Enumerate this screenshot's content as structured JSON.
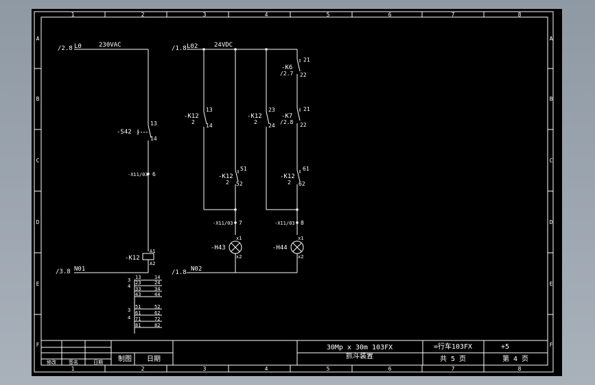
{
  "frame": {
    "col_numbers": [
      "1",
      "2",
      "3",
      "4",
      "5",
      "6",
      "7",
      "8"
    ],
    "row_letters": [
      "A",
      "B",
      "C",
      "D",
      "E",
      "F"
    ]
  },
  "left_circuit": {
    "ref_top": "/2.8",
    "line_top": "L0",
    "voltage": "230VAC",
    "switch_tag": "-S42",
    "switch_pin_top": "13",
    "switch_pin_bottom": "14",
    "terminal": "-X11/03",
    "terminal_pin": "6",
    "coil_tag": "-K12",
    "coil_pin_top": "A1",
    "coil_pin_bottom": "A2",
    "ref_bottom": "/3.8",
    "line_bottom": "N01"
  },
  "contact_table": {
    "rows": [
      {
        "col": "",
        "a": "13",
        "b": "14"
      },
      {
        "col": "3",
        "a": "23",
        "b": "24"
      },
      {
        "col": "4",
        "a": "33",
        "b": "34"
      },
      {
        "col": "",
        "a": "43",
        "b": "44"
      },
      {
        "col": "3",
        "a": "51",
        "b": "52"
      },
      {
        "col": "4",
        "a": "61",
        "b": "62"
      },
      {
        "col": "",
        "a": "71",
        "b": "72"
      },
      {
        "col": "",
        "a": "81",
        "b": "82"
      }
    ]
  },
  "right_circuit": {
    "ref_top": "/1.8",
    "line_top": "L02",
    "voltage": "24VDC",
    "contact1_tag": "-K12",
    "contact1_sub": "2",
    "contact1_pin_top": "13",
    "contact1_pin_bottom": "14",
    "contact2_tag": "-K12",
    "contact2_sub": "2",
    "contact2_pin_top": "51",
    "contact2_pin_bottom": "52",
    "contact3_tag": "-K12",
    "contact3_sub": "2",
    "contact3_pin_top": "23",
    "contact3_pin_bottom": "24",
    "k6_tag": "-K6",
    "k6_ref": "/2.7",
    "k6_pin_top": "21",
    "k6_pin_bottom": "22",
    "k7_tag": "-K7",
    "k7_ref": "/2.8",
    "k7_pin_top": "21",
    "k7_pin_bottom": "22",
    "contact4_tag": "-K12",
    "contact4_sub": "2",
    "contact4_pin_top": "61",
    "contact4_pin_bottom": "62",
    "terminal1": "-X11/03",
    "terminal1_pin": "7",
    "terminal2": "-X11/03",
    "terminal2_pin": "8",
    "lamp1_tag": "-H43",
    "lamp1_pin_top": "x1",
    "lamp1_pin_bottom": "x2",
    "lamp2_tag": "-H44",
    "lamp2_pin_top": "x1",
    "lamp2_pin_bottom": "x2",
    "ref_bottom": "/1.8",
    "line_bottom": "N02"
  },
  "title_block": {
    "rev_headers": [
      "修改",
      "签名",
      "日期"
    ],
    "draw_label": "制图",
    "date_label": "日期",
    "project": "30Mp x 30m 103FX",
    "title": "抓斗装置",
    "equipment": "=行车103FX",
    "location": "+5",
    "total_label": "共 5  页",
    "page_label": "第  4  页"
  }
}
